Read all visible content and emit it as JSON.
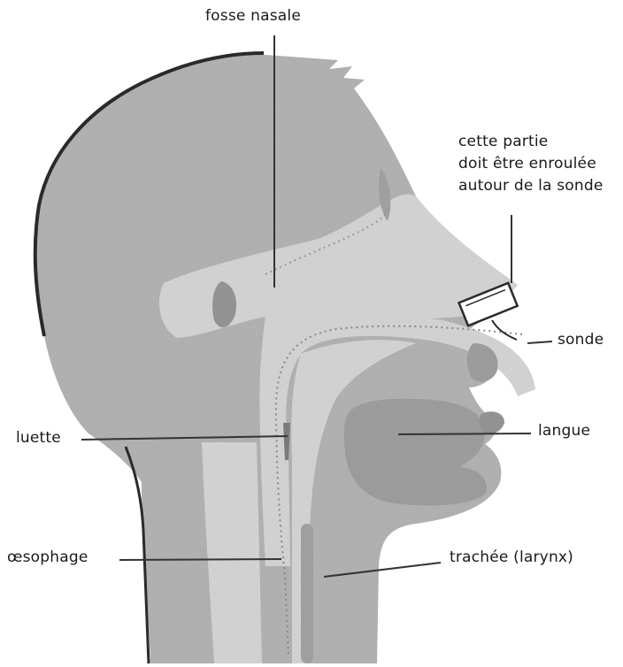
{
  "diagram": {
    "labels": {
      "fosse_nasale": "fosse nasale",
      "note_line1": "cette partie",
      "note_line2": "doit être enroulée",
      "note_line3": "autour de la sonde",
      "sonde": "sonde",
      "luette": "luette",
      "langue": "langue",
      "oesophage": "œsophage",
      "trachee": "trachée (larynx)"
    },
    "colors": {
      "head_fill": "#b9b9b9",
      "pale_fill": "#dcdcdc",
      "dark_fill": "#9a9a9a",
      "outline": "#2a2a2a",
      "leader_line": "#333333"
    }
  }
}
